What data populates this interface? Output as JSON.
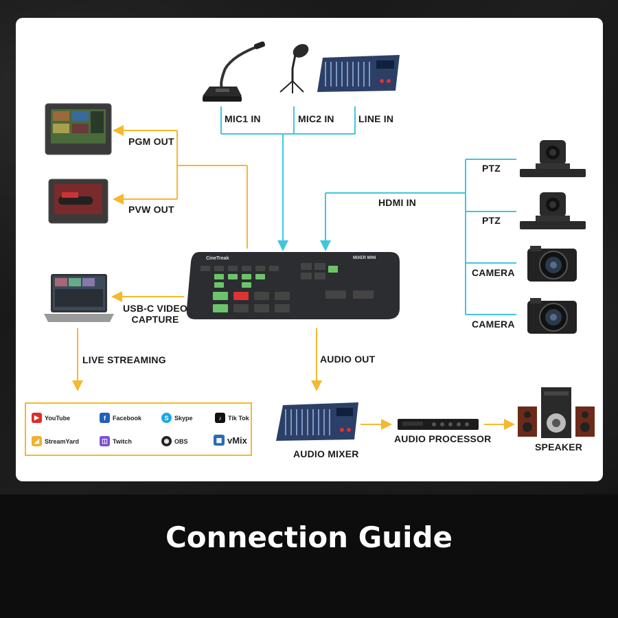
{
  "title": "Connection Guide",
  "switcher": {
    "brand": "CineTreak",
    "model": "MIXER MINI"
  },
  "inputs": {
    "mic1": "MIC1 IN",
    "mic2": "MIC2 IN",
    "line": "LINE IN",
    "hdmi": "HDMI IN"
  },
  "cameras": {
    "ptz1": "PTZ",
    "ptz2": "PTZ",
    "camera1": "CAMERA",
    "camera2": "CAMERA"
  },
  "outputs": {
    "pgm": "PGM OUT",
    "pvw": "PVW OUT",
    "usbc_line1": "USB-C VIDEO",
    "usbc_line2": "CAPTURE",
    "live": "LIVE STREAMING",
    "audio_out": "AUDIO OUT"
  },
  "audio_chain": {
    "mixer": "AUDIO MIXER",
    "processor": "AUDIO PROCESSOR",
    "speaker": "SPEAKER"
  },
  "platforms": [
    "YouTube",
    "Facebook",
    "Skype",
    "Tik Tok",
    "StreamYard",
    "Twitch",
    "OBS",
    "vMix"
  ],
  "colors": {
    "video_line": "#f5b82e",
    "input_line": "#3fc6dd",
    "background": "#0d0d0d",
    "card": "#ffffff"
  }
}
